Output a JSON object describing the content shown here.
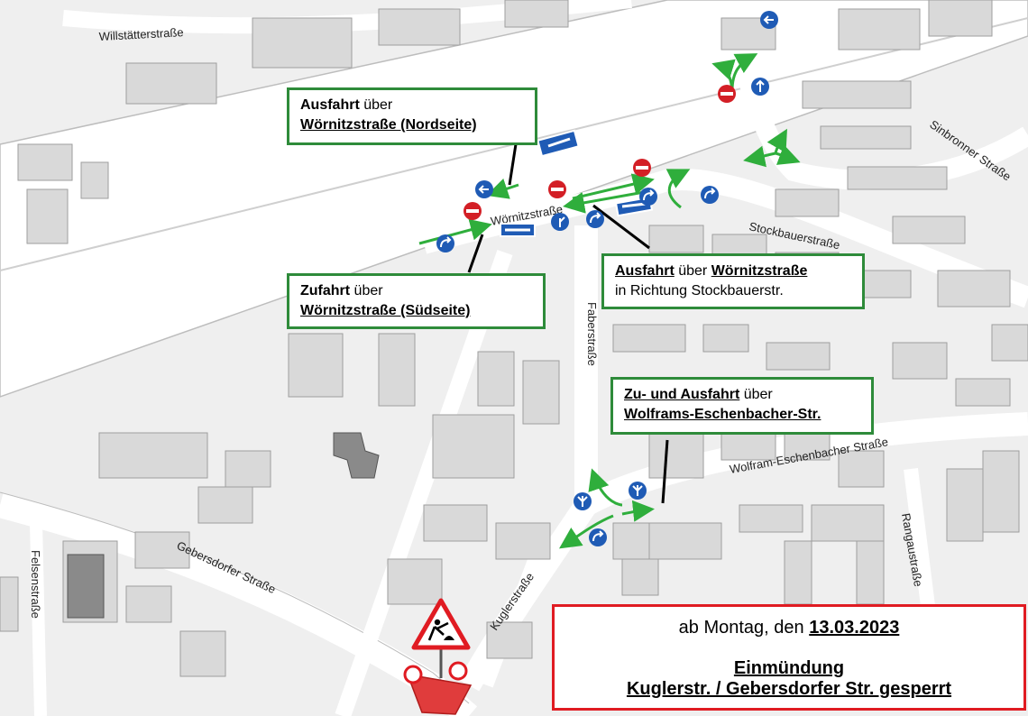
{
  "streets": {
    "willstaetter": "Willstätterstraße",
    "woernitz": "Wörnitzstraße",
    "faber": "Faberstraße",
    "stockbauer": "Stockbauerstraße",
    "sinbronner": "Sinbronner Straße",
    "wolfram": "Wolfram-Eschenbacher Straße",
    "gebersdorfer": "Gebersdorfer Straße",
    "felsen": "Felsenstraße",
    "kugler": "Kuglerstraße",
    "rangau": "Rangaustraße"
  },
  "callouts": {
    "north": {
      "bold": "Ausfahrt",
      "rest": " über",
      "line2": "Wörnitzstraße (Nordseite)"
    },
    "south": {
      "bold": "Zufahrt",
      "rest": " über",
      "line2": "Wörnitzstraße (Südseite)"
    },
    "stockbauer": {
      "bold": "Ausfahrt",
      "mid": " über ",
      "street": "Wörnitzstraße",
      "line2": "in Richtung Stockbauerstr."
    },
    "wolfram": {
      "bold": "Zu- und Ausfahrt",
      "rest": " über",
      "line2": "Wolframs-Eschenbacher-Str."
    }
  },
  "notice": {
    "line1_prefix": "ab Montag, den ",
    "date": "13.03.2023",
    "line2": "Einmündung",
    "line3": "Kuglerstr. / Gebersdorfer Str. gesperrt"
  },
  "colors": {
    "callout_border": "#2e8b3a",
    "notice_border": "#e01b22",
    "route_arrow": "#2fae3c",
    "sign_blue": "#1f5bb5",
    "sign_red": "#d31f26"
  },
  "icons": {
    "roadwork": "roadwork-sign-icon",
    "no_entry": "no-entry-sign-icon",
    "mandatory_direction": "mandatory-direction-sign-icon",
    "one_way": "one-way-sign-icon"
  }
}
